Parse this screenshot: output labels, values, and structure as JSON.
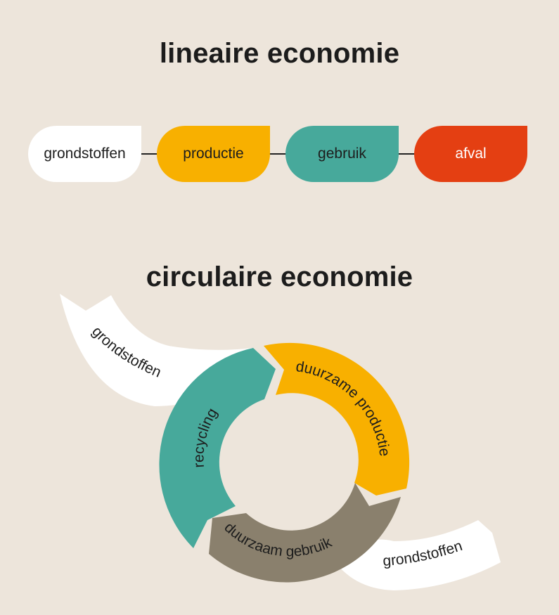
{
  "background": "#ede5db",
  "linear": {
    "title": "lineaire economie",
    "steps": [
      {
        "label": "grondstoffen",
        "color": "#ffffff"
      },
      {
        "label": "productie",
        "color": "#f8b000"
      },
      {
        "label": "gebruik",
        "color": "#47a99b"
      },
      {
        "label": "afval",
        "color": "#e43f12"
      }
    ]
  },
  "circular": {
    "title": "circulaire economie",
    "segments": [
      {
        "label": "duurzame productie",
        "color": "#f8b000"
      },
      {
        "label": "duurzaam gebruik",
        "color": "#8a806d"
      },
      {
        "label": "recycling",
        "color": "#47a99b"
      }
    ],
    "inflow": {
      "label": "grondstoffen",
      "color": "#ffffff"
    },
    "outflow": {
      "label": "grondstoffen",
      "color": "#ffffff"
    }
  }
}
